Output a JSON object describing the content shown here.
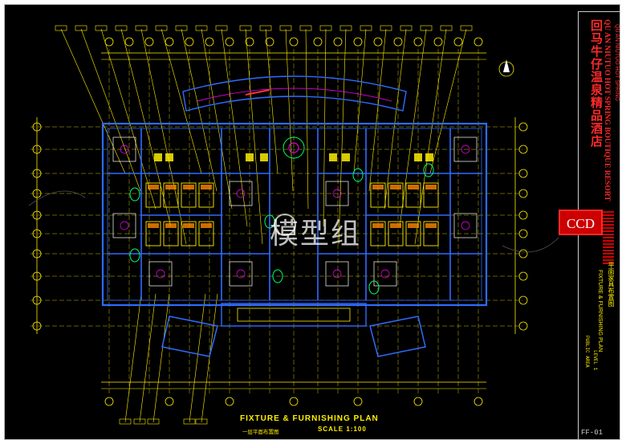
{
  "title_block": {
    "project_cn": "回马牛仔温泉精品酒店",
    "project_en": "QU AN NIUTUO HOT SPRING BOUTIQUE RESORT",
    "project_sub": "QU AN NIUTUO HOT SPRING",
    "logo_text": "CCD",
    "drawing_title_cn": "平面家具布置图",
    "drawing_title_en": "FIXTURE & FURNISHING PLAN",
    "meta_line1": "PUBLIC AREA",
    "meta_line2": "LEVEL 1",
    "sheet_no": "FF-01"
  },
  "plan_label": {
    "title": "FIXTURE & FURNISHING PLAN",
    "title_cn": "一层平面布置图",
    "scale": "SCALE 1:100"
  },
  "watermark": "模型组",
  "colors": {
    "background": "#000000",
    "wall": "#2f6bff",
    "annotation": "#ffee00",
    "furniture": "#ffffff",
    "title_red": "#ff2a2a",
    "accent_magenta": "#ff00ff",
    "accent_green": "#00ff66"
  }
}
